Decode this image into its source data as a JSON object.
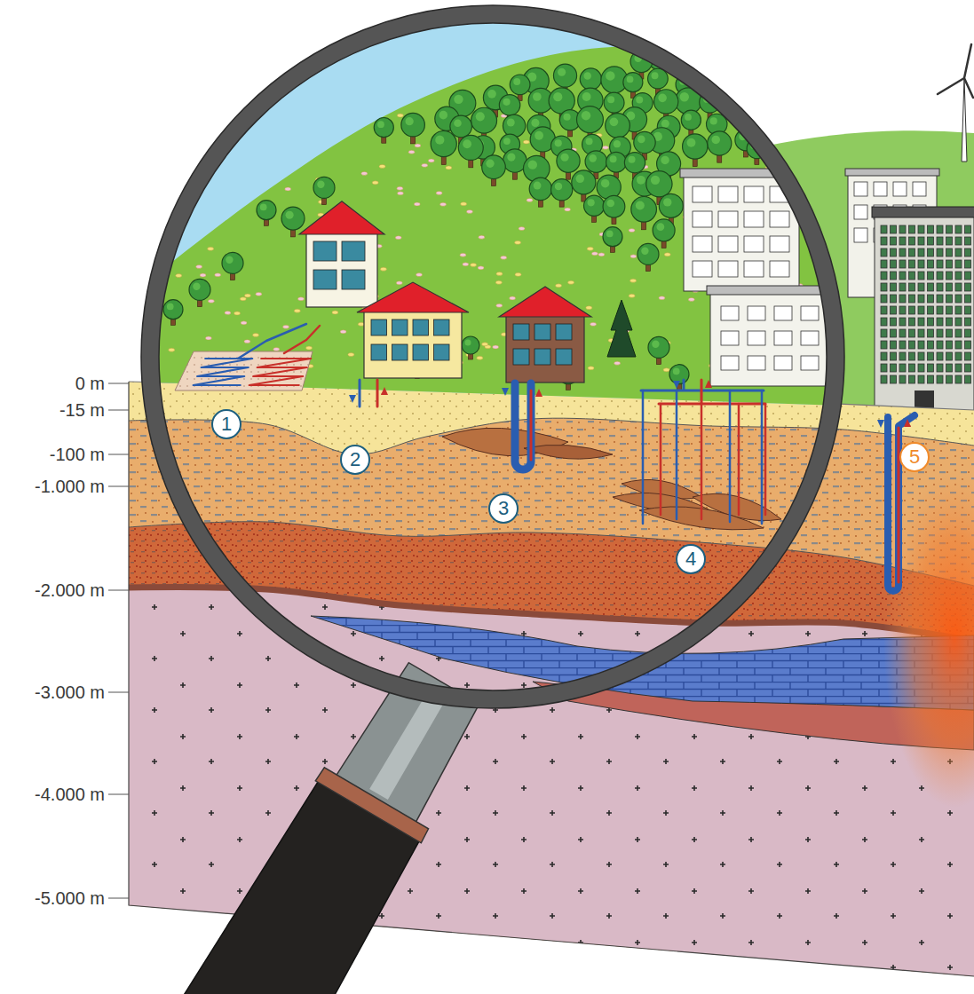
{
  "diagram": {
    "nodes": [
      {
        "text": [
          "1"
        ]
      },
      {
        "text": [
          "2"
        ]
      },
      {
        "text": [
          "3"
        ]
      },
      {
        "text": [
          "4"
        ]
      },
      {
        "text": [
          "5"
        ]
      }
    ],
    "labels": [
      "0 m",
      "-15 m",
      "-100 m",
      "-1.000 m",
      "-2.000 m",
      "-3.000 m",
      "-4.000 m",
      "-5.000 m"
    ]
  }
}
